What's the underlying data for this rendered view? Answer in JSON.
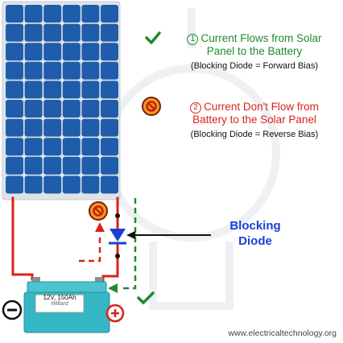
{
  "annotations": {
    "forward": {
      "number": "1",
      "line1": "Current Flows from Solar",
      "line2": "Panel to the Battery",
      "note": "(Blocking Diode = Forward Bias)",
      "icon": "check-mark-icon"
    },
    "reverse": {
      "number": "2",
      "line1": "Current Don't Flow from",
      "line2": "Battery to the Solar Panel",
      "note": "(Blocking Diode = Reverse Bias)",
      "icon": "blocked-sign-icon"
    }
  },
  "diode": {
    "line1": "Blocking",
    "line2": "Diode"
  },
  "battery": {
    "label": "12V, 150Ah",
    "sublabel": "Willard",
    "negative_symbol": "−",
    "positive_symbol": "+"
  },
  "website": "www.electricaltechnology.org",
  "colors": {
    "panel_cell": "#1f5dab",
    "panel_frame": "#dfe3e8",
    "forward_current": "#1f8a2e",
    "reverse_current": "#d8231a",
    "diode": "#1a3fd6",
    "battery": "#35b6c4"
  }
}
